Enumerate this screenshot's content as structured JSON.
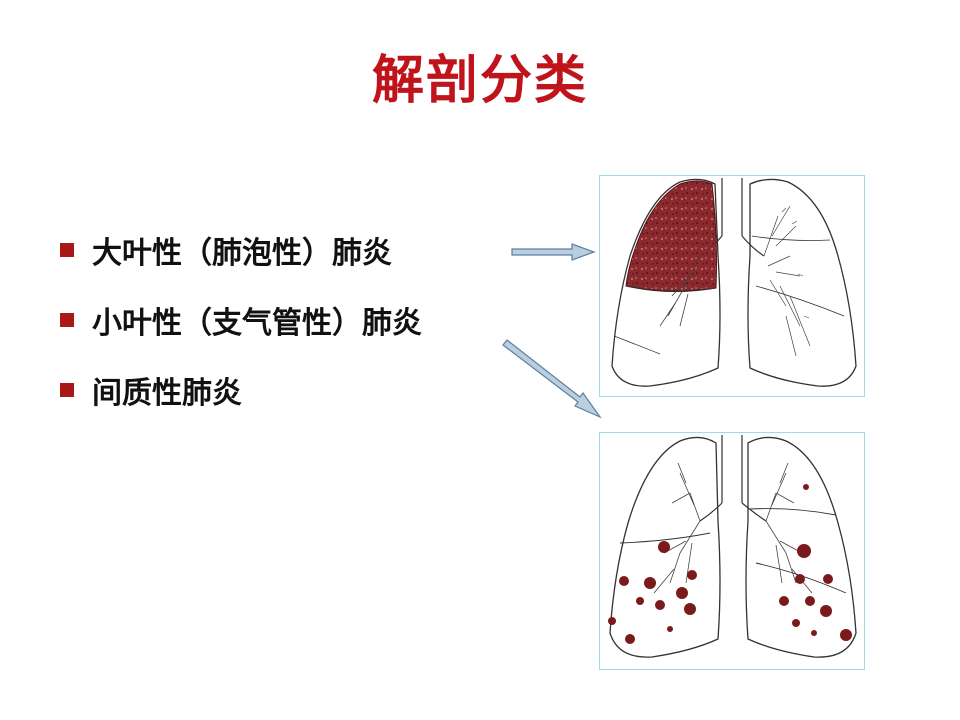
{
  "title": "解剖分类",
  "colors": {
    "title": "#c0141c",
    "bullet_marker": "#a81818",
    "lesion": "#7a1a1c",
    "arrow_fill": "#b9cede",
    "arrow_stroke": "#5b7fa0",
    "figure_border": "#9fdde6"
  },
  "bullets": [
    {
      "text": "大叶性（肺泡性）肺炎"
    },
    {
      "text": "小叶性（支气管性）肺炎"
    },
    {
      "text": "间质性肺炎"
    }
  ],
  "figures": {
    "top_icon": "lobar-pneumonia-lungs-icon",
    "bottom_icon": "lobular-pneumonia-lungs-icon"
  }
}
